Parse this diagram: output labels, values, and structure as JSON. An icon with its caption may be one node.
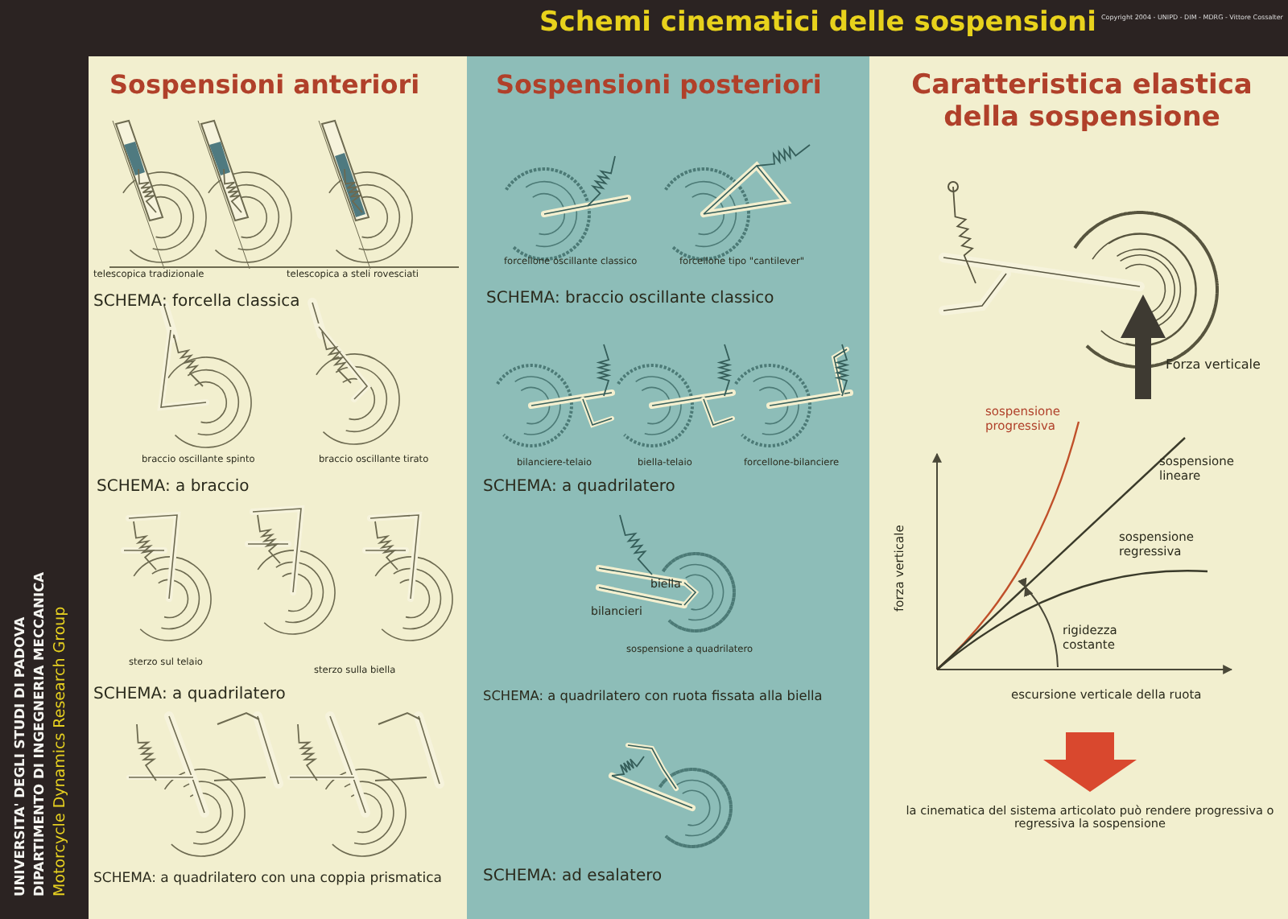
{
  "diagram": {
    "title": "Schemi cinematici delle sospensioni",
    "labels": [
      "Copyright 2004 - UNIPD - DIM - MDRG - Vittore Cossalter",
      "UNIVERSITA' DEGLI STUDI DI PADOVA",
      "DIPARTIMENTO DI INGEGNERIA MECCANICA",
      "Motorcycle Dynamics Research Group",
      "Sospensioni anteriori",
      "telescopica tradizionale",
      "telescopica a steli rovesciati",
      "SCHEMA: forcella classica",
      "braccio oscillante spinto",
      "braccio oscillante tirato",
      "SCHEMA: a braccio",
      "sterzo sul telaio",
      "sterzo sulla biella",
      "SCHEMA: a quadrilatero",
      "SCHEMA: a quadrilatero con una coppia prismatica",
      "Sospensioni posteriori",
      "forcellone oscillante classico",
      "forcellone tipo \"cantilever\"",
      "SCHEMA: braccio oscillante classico",
      "bilanciere-telaio",
      "biella-telaio",
      "forcellone-bilanciere",
      "SCHEMA: a quadrilatero",
      "biella",
      "bilancieri",
      "sospensione a quadrilatero",
      "SCHEMA: a quadrilatero con ruota fissata alla biella",
      "SCHEMA: ad esalatero",
      "Caratteristica elastica della sospensione",
      "Forza verticale",
      "sospensione progressiva",
      "sospensione lineare",
      "sospensione regressiva",
      "forza verticale",
      "rigidezza costante",
      "escursione verticale della ruota",
      "la cinematica del sistema articolato può rendere progressiva o regressiva la sospensione"
    ]
  }
}
